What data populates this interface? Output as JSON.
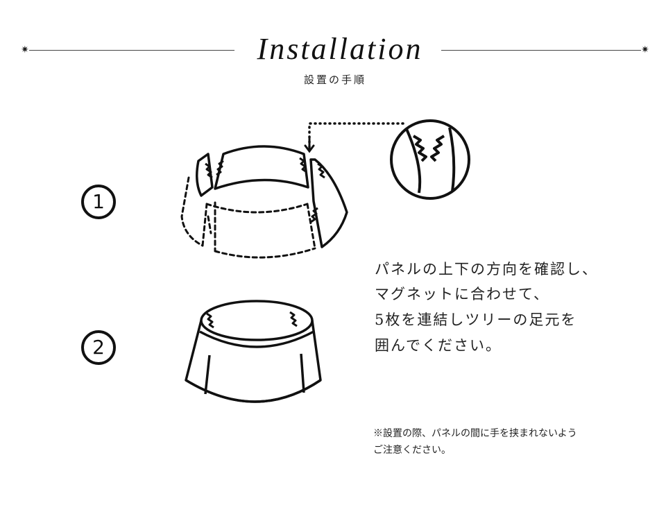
{
  "header": {
    "title": "Installation",
    "subtitle": "設置の手順",
    "ornament": "✷"
  },
  "steps": [
    {
      "number": "1",
      "illustration": "panels-connecting"
    },
    {
      "number": "2",
      "illustration": "assembled-cover"
    }
  ],
  "instructions": {
    "lines": [
      "パネルの上下の方向を確認し、",
      "マグネットに合わせて、",
      "5枚を連結しツリーの足元を",
      "囲んでください。"
    ]
  },
  "note": {
    "lines": [
      "※設置の際、パネルの間に手を挟まれないよう",
      "ご注意ください。"
    ]
  }
}
